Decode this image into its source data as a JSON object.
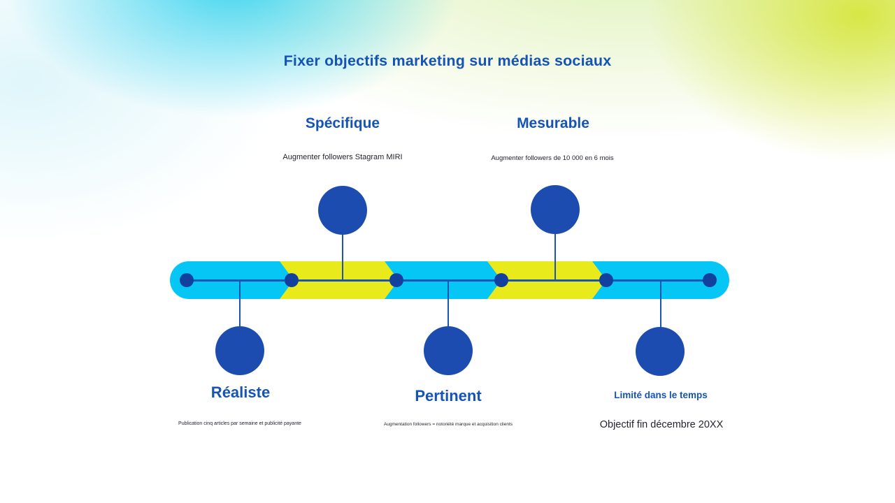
{
  "title": "Fixer objectifs marketing sur médias sociaux",
  "milestones": [
    {
      "label": "Spécifique",
      "description": "Augmenter followers Stagram MIRI",
      "side": "top"
    },
    {
      "label": "Mesurable",
      "description": "Augmenter followers de 10 000 en 6 mois",
      "side": "top"
    },
    {
      "label": "Réaliste",
      "description": "Publication cinq articles par semaine et publicité payante",
      "side": "bottom"
    },
    {
      "label": "Pertinent",
      "description": "Augmentation followers = notoriété marque et acquisition clients",
      "side": "bottom"
    },
    {
      "label": "Limité dans le temps",
      "description": "Objectif fin décembre 20XX",
      "side": "bottom"
    }
  ],
  "colors": {
    "accent_blue": "#1553b5",
    "circle_blue": "#1d4cb0",
    "marker_blue": "#11409f",
    "line_blue": "#1a54b4",
    "bar_cyan": "#06c6f6",
    "chevron_yellow": "#e9ea1c",
    "text_dark": "#23252d",
    "bg_gradient_cyan": "#35d2ee",
    "bg_gradient_yellow": "#d4e538"
  }
}
